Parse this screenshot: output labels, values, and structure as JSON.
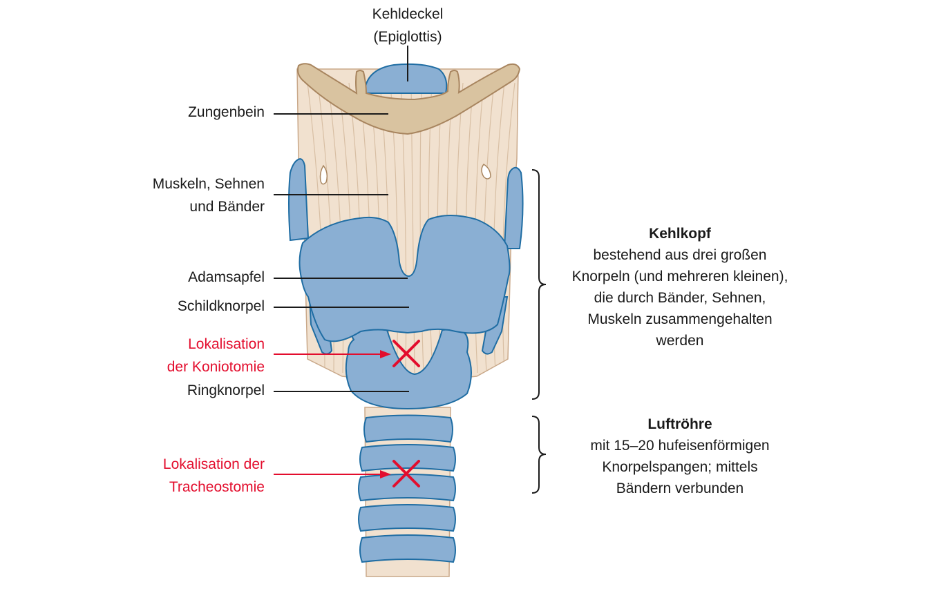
{
  "labels": {
    "epiglottis": "Kehldeckel\n(Epiglottis)",
    "hyoid": "Zungenbein",
    "muscles": "Muskeln, Sehnen\nund Bänder",
    "adams_apple": "Adamsapfel",
    "thyroid": "Schildknorpel",
    "koniotomy": "Lokalisation\nder Koniotomie",
    "cricoid": "Ringknorpel",
    "tracheostomy": "Lokalisation der\nTracheostomie"
  },
  "larynx": {
    "title": "Kehlkopf",
    "description": "bestehend aus drei großen\nKnorpeln (und mehreren kleinen),\ndie durch Bänder, Sehnen,\nMuskeln zusammengehalten\nwerden"
  },
  "trachea": {
    "title": "Luftröhre",
    "description": "mit 15–20 hufeisenförmigen\nKnorpelspangen; mittels\nBändern verbunden"
  },
  "colors": {
    "cartilage": "#8aafd3",
    "cartilage_stroke": "#1f6da3",
    "bone": "#d9c3a0",
    "tissue": "#f1e1cf",
    "tissue_line": "#d8bfa4",
    "marker": "#e30d2d",
    "leader": "#1a1a1a"
  }
}
